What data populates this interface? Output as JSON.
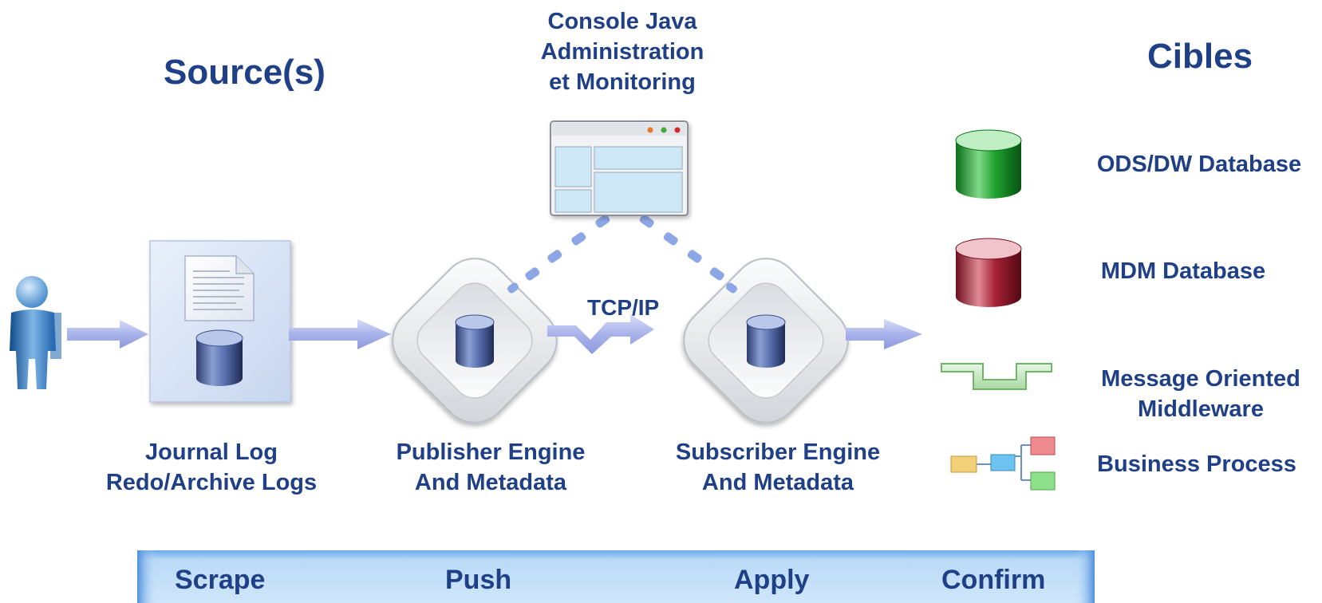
{
  "source_title": "Source(s)",
  "targets_title": "Cibles",
  "console": {
    "line1": "Console Java",
    "line2": "Administration",
    "line3": "et Monitoring"
  },
  "protocol_label": "TCP/IP",
  "nodes": {
    "journal": {
      "line1": "Journal Log",
      "line2": "Redo/Archive Logs"
    },
    "publisher": {
      "line1": "Publisher Engine",
      "line2": "And Metadata"
    },
    "subscriber": {
      "line1": "Subscriber Engine",
      "line2": "And Metadata"
    }
  },
  "targets": [
    {
      "label": "ODS/DW Database",
      "icon": "green-database-icon"
    },
    {
      "label": "MDM Database",
      "icon": "red-database-icon"
    },
    {
      "label": "Message Oriented Middleware",
      "line1": "Message Oriented",
      "line2": "Middleware",
      "icon": "middleware-pipe-icon"
    },
    {
      "label": "Business Process",
      "icon": "business-process-icon"
    }
  ],
  "steps": [
    "Scrape",
    "Push",
    "Apply",
    "Confirm"
  ],
  "colors": {
    "label_text": "#1f3f86",
    "arrow": "#aab4e8",
    "connector": "#8da6e6",
    "bar": "#b9d8f6",
    "target_db_green": "#1a9a2a",
    "target_db_red": "#9c1c2e"
  }
}
